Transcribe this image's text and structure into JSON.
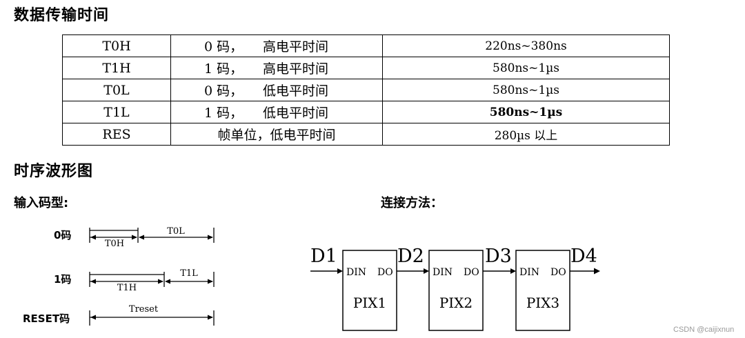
{
  "sections": {
    "data_transfer_title": "数据传输时间",
    "timing_diagram_title": "时序波形图",
    "input_code_label": "输入码型:",
    "connection_label": "连接方法："
  },
  "timing_table": {
    "rows": [
      {
        "name": "T0H",
        "code": "0 码，",
        "desc": "高电平时间",
        "time": "220ns~380ns"
      },
      {
        "name": "T1H",
        "code": "1 码，",
        "desc": "高电平时间",
        "time": "580ns~1µs"
      },
      {
        "name": "T0L",
        "code": "0 码，",
        "desc": "低电平时间",
        "time": "580ns~1µs"
      },
      {
        "name": "T1L",
        "code": "1 码，",
        "desc": "低电平时间",
        "time": "580ns~1µs"
      },
      {
        "name": "RES",
        "full": "帧单位，低电平时间",
        "time": "280µs 以上"
      }
    ]
  },
  "waveforms": {
    "code0": {
      "label": "0码",
      "high": "T0H",
      "low": "T0L"
    },
    "code1": {
      "label": "1码",
      "high": "T1H",
      "low": "T1L"
    },
    "reset": {
      "label": "RESET码",
      "span": "Treset"
    }
  },
  "connection": {
    "signals": [
      "D1",
      "D2",
      "D3",
      "D4"
    ],
    "pixels": [
      {
        "name": "PIX1",
        "din": "DIN",
        "do": "DO"
      },
      {
        "name": "PIX2",
        "din": "DIN",
        "do": "DO"
      },
      {
        "name": "PIX3",
        "din": "DIN",
        "do": "DO"
      }
    ]
  },
  "watermark": "CSDN @caijixnun"
}
